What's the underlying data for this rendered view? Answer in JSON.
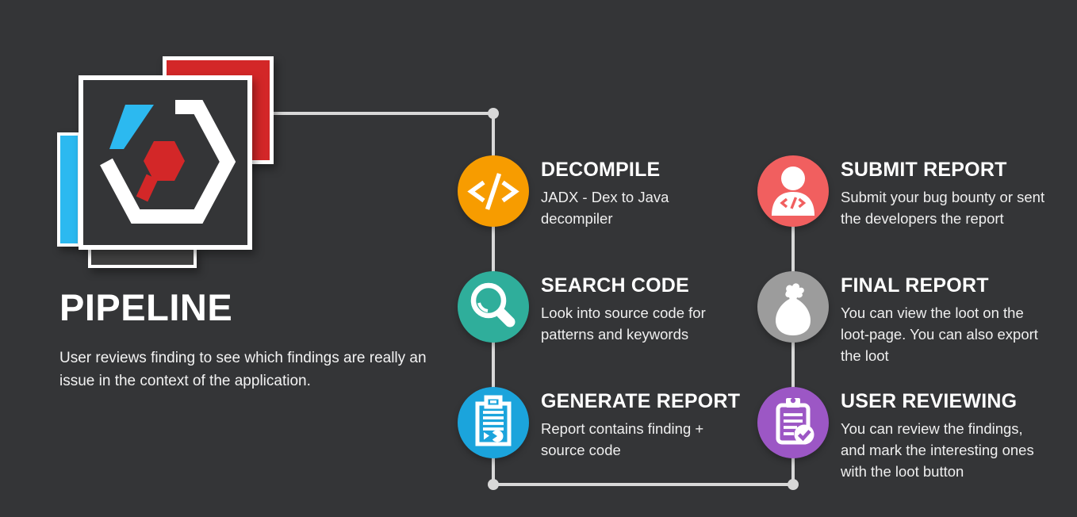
{
  "background": "#343537",
  "title": {
    "heading": "PIPELINE",
    "description": "User reviews finding to see which findings are really an\nissue in the context of the application."
  },
  "logo": {
    "name": "hexagon-code-scanner-logo",
    "colors": {
      "red": "#D32728",
      "cyan": "#2CB9F0",
      "dark_card": "#343537",
      "bar": "#414141",
      "white": "#FFFFFF"
    }
  },
  "connectors": {
    "color": "#D8D8D8"
  },
  "steps": [
    {
      "id": "decompile",
      "title": "DECOMPILE",
      "description": "JADX - Dex to Java decompiler",
      "color": "#F79C00",
      "icon": "code-icon"
    },
    {
      "id": "search-code",
      "title": "SEARCH CODE",
      "description": "Look into source code for\npatterns and keywords",
      "color": "#2FAE9B",
      "icon": "magnifier-icon"
    },
    {
      "id": "generate-report",
      "title": "GENERATE REPORT",
      "description": "Report contains finding +\nsource code",
      "color": "#1BA4DC",
      "icon": "report-document-icon"
    },
    {
      "id": "submit-report",
      "title": "SUBMIT REPORT",
      "description": "Submit your bug bounty or sent\nthe developers the report",
      "color": "#F15F5F",
      "icon": "person-code-icon"
    },
    {
      "id": "final-report",
      "title": "FINAL REPORT",
      "description": "You can view the loot on the\nloot-page. You can also export\nthe loot",
      "color": "#9C9C9C",
      "icon": "loot-bag-icon"
    },
    {
      "id": "user-reviewing",
      "title": "USER REVIEWING",
      "description": "You can review the findings,\nand mark the interesting ones\nwith the loot button",
      "color": "#9C57C5",
      "icon": "clipboard-check-icon"
    }
  ]
}
